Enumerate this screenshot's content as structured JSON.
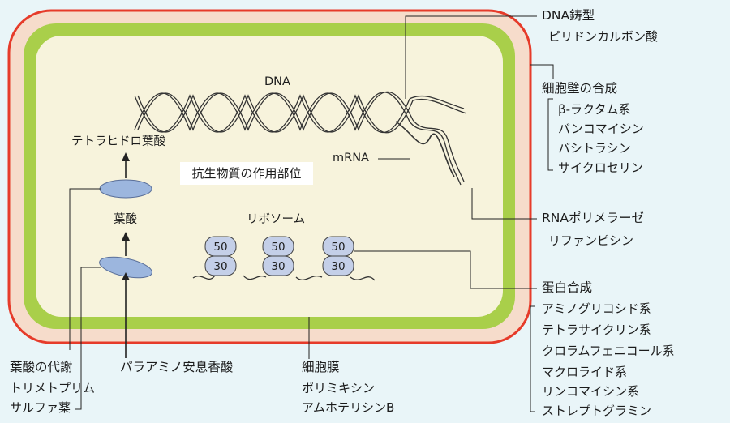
{
  "title": "抗生物質の作用部位",
  "cell": {
    "dna_label": "DNA",
    "mrna_label": "mRNA",
    "ribosome_label": "リボソーム",
    "ribosome_large": "50",
    "ribosome_small": "30",
    "thf_label": "テトラヒドロ葉酸",
    "folate_label": "葉酸"
  },
  "groups": {
    "dna_template": {
      "heading": "DNA鋳型",
      "drugs": [
        "ピリドンカルボン酸"
      ]
    },
    "cell_wall": {
      "heading": "細胞壁の合成",
      "drugs": [
        "β-ラクタム系",
        "バンコマイシン",
        "バシトラシン",
        "サイクロセリン"
      ]
    },
    "rna_polymerase": {
      "heading": "RNAポリメラーゼ",
      "drugs": [
        "リファンピシン"
      ]
    },
    "protein_synthesis": {
      "heading": "蛋白合成",
      "drugs": [
        "アミノグリコシド系",
        "テトラサイクリン系",
        "クロラムフェニコール系",
        "マクロライド系",
        "リンコマイシン系",
        "ストレプトグラミン"
      ]
    },
    "folate_metabolism": {
      "heading": "葉酸の代謝",
      "drugs": [
        "トリメトプリム",
        "サルファ薬"
      ]
    },
    "paba": {
      "heading": "パラアミノ安息香酸"
    },
    "cell_membrane": {
      "heading": "細胞膜",
      "drugs": [
        "ポリミキシン",
        "アムホテリシンB"
      ]
    }
  },
  "colors": {
    "outer_wall": "#e63b2a",
    "outer_layer": "#f6dccb",
    "green_band": "#a9cf4a",
    "cytoplasm": "#f7f3dc",
    "enzyme": "#9cb6de",
    "ribosome": "#c4cfe8"
  }
}
